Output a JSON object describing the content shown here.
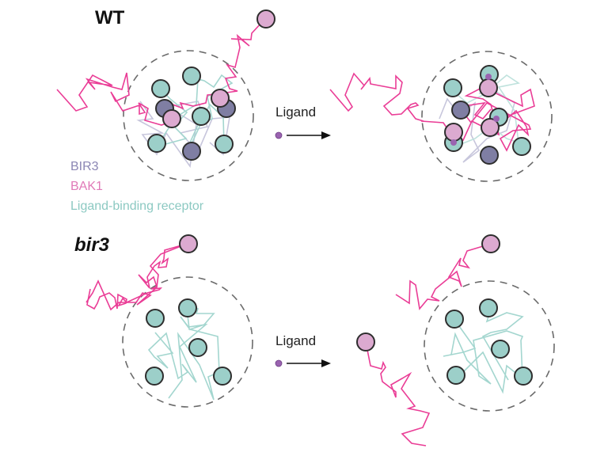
{
  "figure": {
    "panels": [
      {
        "id": "wt",
        "title": "WT",
        "italic": false
      },
      {
        "id": "bir3",
        "title": "bir3",
        "italic": true
      }
    ],
    "legend": [
      {
        "label": "BIR3",
        "color": "#8b86b4"
      },
      {
        "label": "BAK1",
        "color": "#e07ab8"
      },
      {
        "label": "Ligand-binding receptor",
        "color": "#8cc9c2"
      }
    ],
    "arrow_label": "Ligand",
    "colors": {
      "bir3": "#7f7ea3",
      "bak1": "#dcaad0",
      "receptor": "#9ccfc9",
      "ligand": "#9a63b0",
      "bak1_trace": "#ea3d96",
      "receptor_trace": "#9fd3cd",
      "bir3_trace": "#c3c3da",
      "membrane": "#6b6b6b"
    }
  }
}
